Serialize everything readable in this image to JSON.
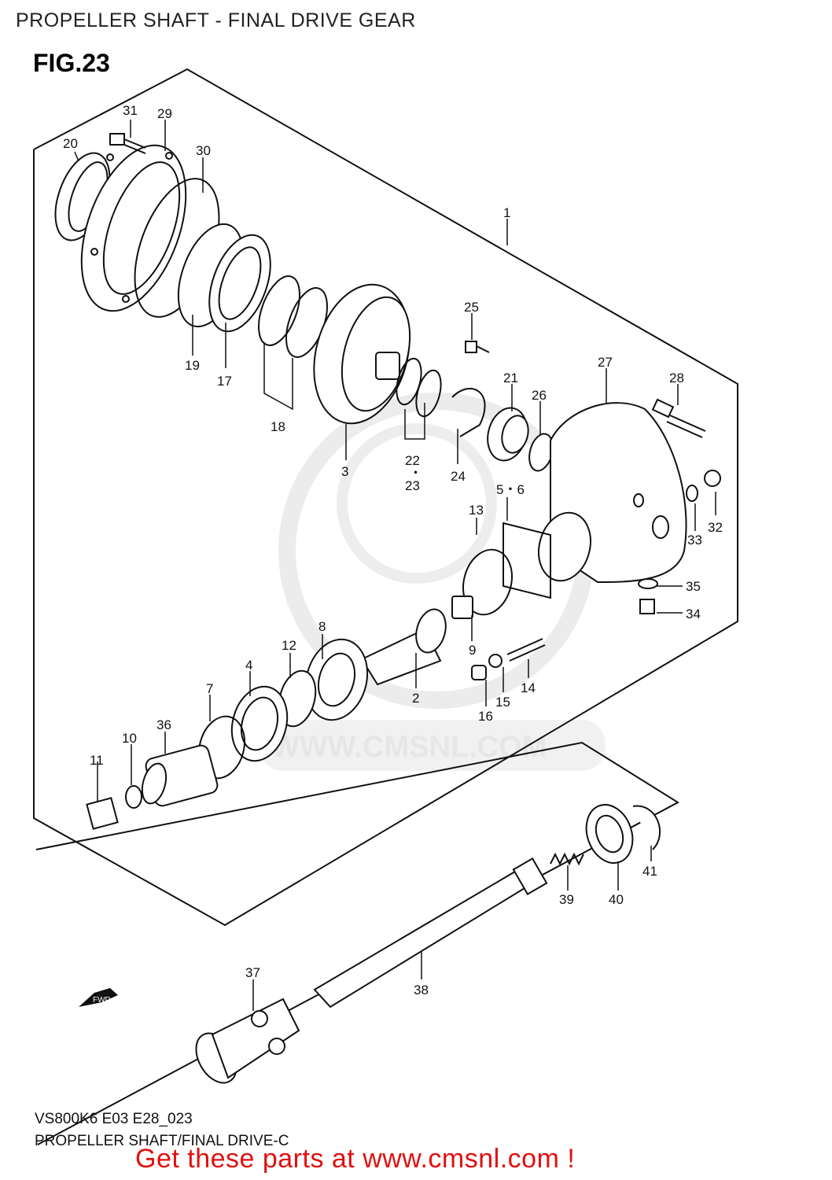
{
  "header": {
    "title": "PROPELLER SHAFT - FINAL DRIVE GEAR"
  },
  "figure": {
    "label": "FIG.23"
  },
  "watermark": {
    "text": "WWW.CMSNL.COM"
  },
  "fwd_marker": {
    "text": "FWD"
  },
  "callouts": [
    {
      "id": "c1",
      "text": "1"
    },
    {
      "id": "c2",
      "text": "2"
    },
    {
      "id": "c3",
      "text": "3"
    },
    {
      "id": "c4",
      "text": "4"
    },
    {
      "id": "c56",
      "text": "5・6"
    },
    {
      "id": "c7",
      "text": "7"
    },
    {
      "id": "c8",
      "text": "8"
    },
    {
      "id": "c9",
      "text": "9"
    },
    {
      "id": "c10",
      "text": "10"
    },
    {
      "id": "c11",
      "text": "11"
    },
    {
      "id": "c12",
      "text": "12"
    },
    {
      "id": "c13",
      "text": "13"
    },
    {
      "id": "c14",
      "text": "14"
    },
    {
      "id": "c15",
      "text": "15"
    },
    {
      "id": "c16",
      "text": "16"
    },
    {
      "id": "c17",
      "text": "17"
    },
    {
      "id": "c18",
      "text": "18"
    },
    {
      "id": "c19",
      "text": "19"
    },
    {
      "id": "c20",
      "text": "20"
    },
    {
      "id": "c21",
      "text": "21"
    },
    {
      "id": "c22",
      "text": "22"
    },
    {
      "id": "cdot",
      "text": "・"
    },
    {
      "id": "c23",
      "text": "23"
    },
    {
      "id": "c24",
      "text": "24"
    },
    {
      "id": "c25",
      "text": "25"
    },
    {
      "id": "c26",
      "text": "26"
    },
    {
      "id": "c27",
      "text": "27"
    },
    {
      "id": "c28",
      "text": "28"
    },
    {
      "id": "c29",
      "text": "29"
    },
    {
      "id": "c30",
      "text": "30"
    },
    {
      "id": "c31",
      "text": "31"
    },
    {
      "id": "c32",
      "text": "32"
    },
    {
      "id": "c33",
      "text": "33"
    },
    {
      "id": "c34",
      "text": "34"
    },
    {
      "id": "c35",
      "text": "35"
    },
    {
      "id": "c36",
      "text": "36"
    },
    {
      "id": "c37",
      "text": "37"
    },
    {
      "id": "c38",
      "text": "38"
    },
    {
      "id": "c39",
      "text": "39"
    },
    {
      "id": "c40",
      "text": "40"
    },
    {
      "id": "c41",
      "text": "41"
    }
  ],
  "footer": {
    "code": "VS800K6 E03 E28_023",
    "caption": "PROPELLER SHAFT/FINAL DRIVE-C",
    "cta": "Get these parts at www.cmsnl.com !",
    "cta_color": "#e01010"
  }
}
